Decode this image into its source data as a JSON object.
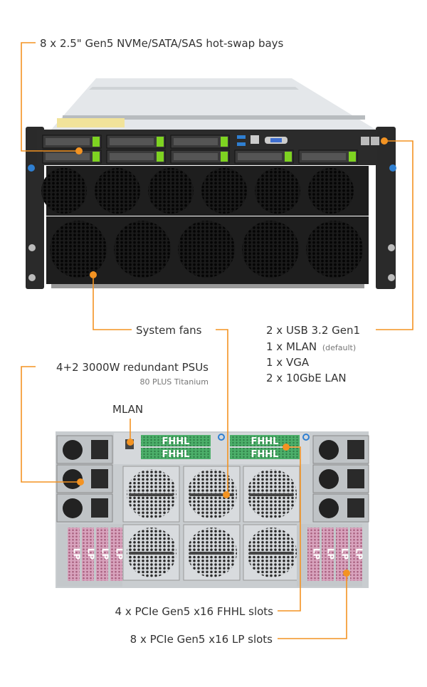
{
  "callouts": {
    "drive_bays": "8 x 2.5\" Gen5 NVMe/SATA/SAS hot-swap bays",
    "system_fans": "System fans",
    "front_io": [
      "2 x USB 3.2 Gen1",
      "1 x MLAN",
      "(default)",
      "1 x VGA",
      "2 x 10GbE LAN"
    ],
    "psu": "4+2 3000W redundant PSUs",
    "psu_sub": "80 PLUS Titanium",
    "mlan": "MLAN",
    "fhhl_slots": "4 x PCIe Gen5 x16 FHHL slots",
    "lp_slots": "8 x PCIe Gen5 x16 LP slots"
  },
  "slot_labels": {
    "fhhl": "FHHL",
    "lp": "LP"
  },
  "colors": {
    "accent": "#f39322",
    "fhhl_bracket": "#4caf6a",
    "lp_bracket": "#c98aa8",
    "drive_latch": "#7ed321"
  }
}
